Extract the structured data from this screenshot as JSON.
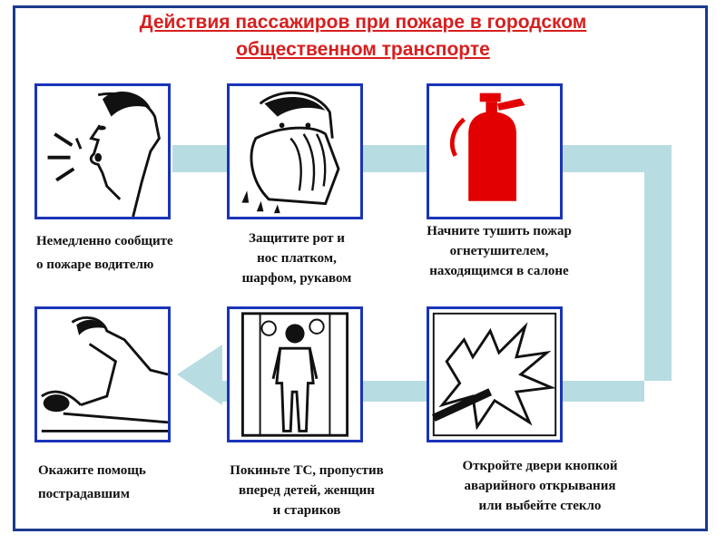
{
  "title": {
    "line1": "Действия пассажиров при пожаре в городском",
    "line2": "общественном транспорте"
  },
  "colors": {
    "title": "#d81e1e",
    "frame": "#1a3a8c",
    "panel_border": "#1a34b8",
    "flow_arrow": "#b7dde3",
    "extinguisher": "#e30000"
  },
  "steps": [
    {
      "icon": "shouting-man-icon",
      "lines": [
        "Немедленно сообщите",
        "о пожаре водителю"
      ]
    },
    {
      "icon": "cover-mouth-icon",
      "lines": [
        "Защитите рот и",
        "нос платком,",
        "шарфом, рукавом"
      ]
    },
    {
      "icon": "fire-extinguisher-icon",
      "lines": [
        "Начните тушить пожар",
        "огнетушителем,",
        "находящимся в салоне"
      ]
    },
    {
      "icon": "break-glass-icon",
      "lines": [
        "Откройте двери кнопкой",
        "аварийного открывания",
        "или выбейте стекло"
      ]
    },
    {
      "icon": "exit-door-icon",
      "lines": [
        "Покиньте ТС, пропустив",
        "вперед детей, женщин",
        "и стариков"
      ]
    },
    {
      "icon": "first-aid-icon",
      "lines": [
        "Окажите помощь",
        "пострадавшим"
      ]
    }
  ]
}
